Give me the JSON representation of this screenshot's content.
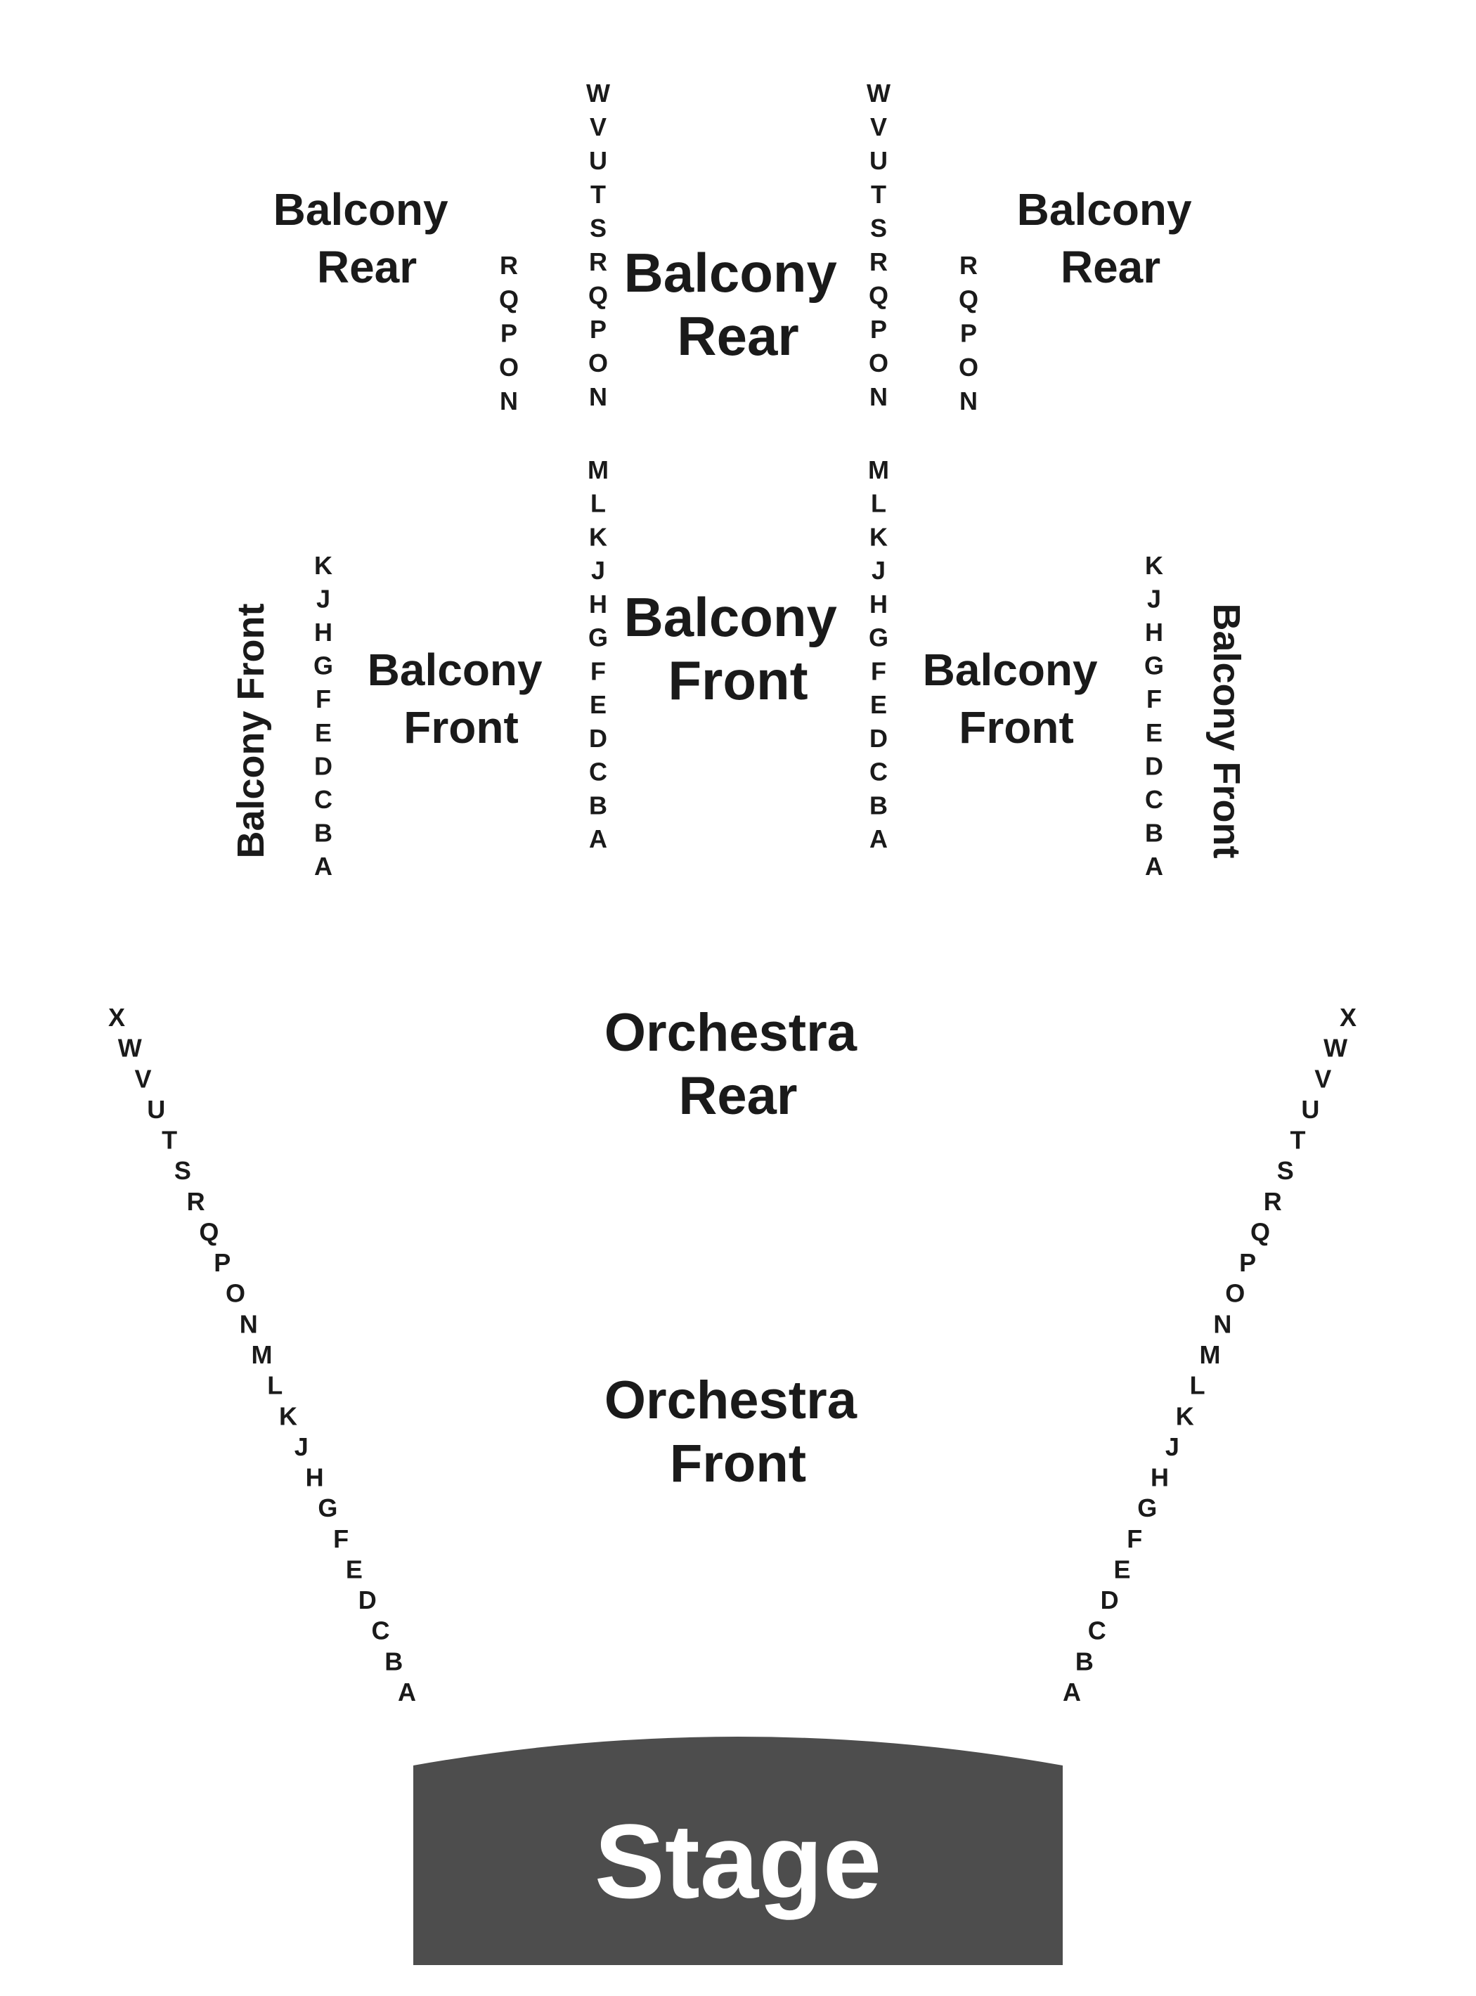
{
  "sections": {
    "balcony_rear_left": [
      "Balcony",
      "Rear"
    ],
    "balcony_rear_center": [
      "Balcony",
      "Rear"
    ],
    "balcony_rear_right": [
      "Balcony",
      "Rear"
    ],
    "balcony_front_left_inner": [
      "Balcony",
      "Front"
    ],
    "balcony_front_center": [
      "Balcony",
      "Front"
    ],
    "balcony_front_right_inner": [
      "Balcony",
      "Front"
    ],
    "balcony_front_left_outer": "Balcony Front",
    "balcony_front_right_outer": "Balcony Front",
    "orchestra_rear": [
      "Orchestra",
      "Rear"
    ],
    "orchestra_front": [
      "Orchestra",
      "Front"
    ],
    "stage": "Stage"
  },
  "rows": {
    "balcony_rear_center_aisles": [
      "W",
      "V",
      "U",
      "T",
      "S",
      "R",
      "Q",
      "P",
      "O",
      "N"
    ],
    "balcony_rear_side": [
      "R",
      "Q",
      "P",
      "O",
      "N"
    ],
    "balcony_front_center_aisles": [
      "M",
      "L",
      "K",
      "J",
      "H",
      "G",
      "F",
      "E",
      "D",
      "C",
      "B",
      "A"
    ],
    "balcony_front_side": [
      "K",
      "J",
      "H",
      "G",
      "F",
      "E",
      "D",
      "C",
      "B",
      "A"
    ],
    "orchestra": [
      "X",
      "W",
      "V",
      "U",
      "T",
      "S",
      "R",
      "Q",
      "P",
      "O",
      "N",
      "M",
      "L",
      "K",
      "J",
      "H",
      "G",
      "F",
      "E",
      "D",
      "C",
      "B",
      "A"
    ]
  },
  "colors": {
    "stage_fill": "#4d4d4d",
    "stage_text": "#ffffff",
    "text": "#1a1a1a",
    "background": "#ffffff"
  }
}
